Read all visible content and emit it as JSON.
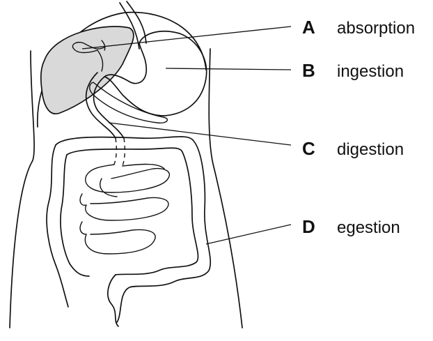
{
  "labels": [
    {
      "letter": "A",
      "term": "absorption"
    },
    {
      "letter": "B",
      "term": "ingestion"
    },
    {
      "letter": "C",
      "term": "digestion"
    },
    {
      "letter": "D",
      "term": "egestion"
    }
  ],
  "colors": {
    "line": "#111111",
    "liver_fill": "#d9d9d9",
    "background": "#ffffff"
  }
}
